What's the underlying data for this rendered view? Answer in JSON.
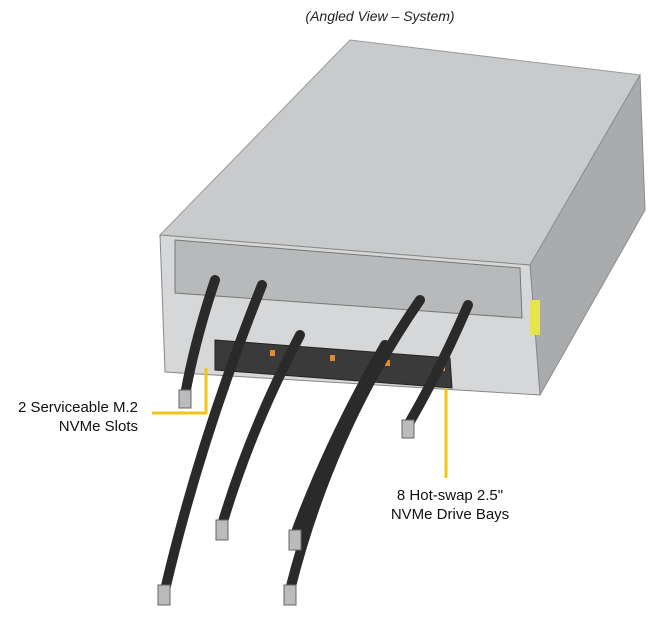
{
  "caption": "(Angled View – System)",
  "callouts": {
    "m2": {
      "line1": "2 Serviceable M.2",
      "line2": "NVMe Slots"
    },
    "bays": {
      "line1": "8 Hot-swap 2.5\"",
      "line2": "NVMe Drive Bays"
    }
  },
  "colors": {
    "callout_line": "#f0c419",
    "chassis": "#c9cbcc",
    "hose": "#2a2a2a"
  }
}
